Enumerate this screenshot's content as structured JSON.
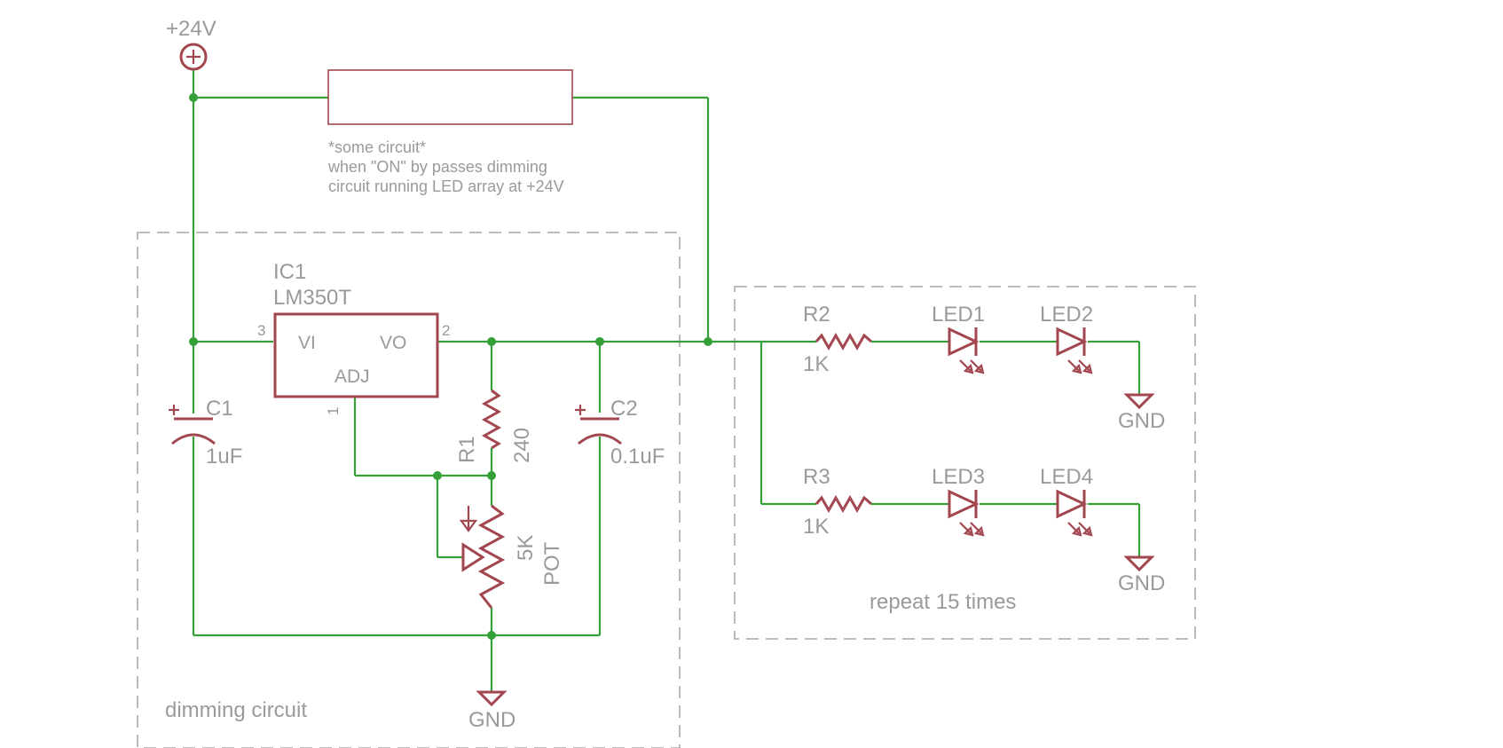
{
  "supply": {
    "label": "+24V"
  },
  "bypass": {
    "note_line1": "*some circuit*",
    "note_line2": "when \"ON\" by passes dimming",
    "note_line3": "circuit running LED array at +24V"
  },
  "dimming": {
    "frame_label": "dimming circuit",
    "ic": {
      "name": "IC1",
      "value": "LM350T",
      "pin_vi": "VI",
      "pin_vo": "VO",
      "pin_adj": "ADJ",
      "pin3": "3",
      "pin2": "2",
      "pin1": "1"
    },
    "c1": {
      "name": "C1",
      "value": "1uF"
    },
    "c2": {
      "name": "C2",
      "value": "0.1uF"
    },
    "r1": {
      "name": "R1",
      "value": "240"
    },
    "pot": {
      "value": "5K",
      "type": "POT"
    },
    "gnd": "GND"
  },
  "led_array": {
    "frame_label": "repeat 15 times",
    "row1": {
      "resistor": "R2",
      "resistor_value": "1K",
      "led_a": "LED1",
      "led_b": "LED2",
      "gnd": "GND"
    },
    "row2": {
      "resistor": "R3",
      "resistor_value": "1K",
      "led_a": "LED3",
      "led_b": "LED4",
      "gnd": "GND"
    }
  },
  "colors": {
    "wire": "#35a03a",
    "symbol": "#a2464f",
    "text": "#9a9a9a",
    "frame": "#a9a9a9"
  }
}
